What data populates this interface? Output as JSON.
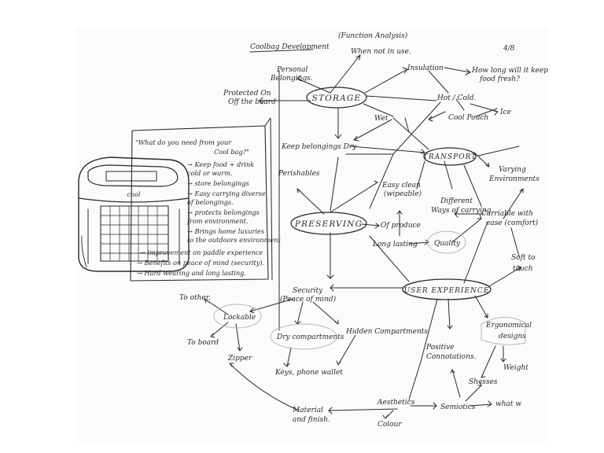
{
  "title": "Coolbag Development",
  "subtitle": "(Function Analysis)",
  "page_number": "4/8",
  "nodes": {
    "storage": "STORAGE",
    "transport": "TRANSPORT",
    "preserving": "PRESERVING",
    "user_experience": "USER EXPERIENCE",
    "when_not_in_use": "When not in use.",
    "insulation": "Insulation",
    "how_long": "How long will it keep",
    "how_long_2": "food fresh?",
    "personal_belongings": "Personal",
    "personal_belongings_2": "Belongings.",
    "protected_on": "Protected On",
    "off_the_board": "Off the board",
    "hot_cold": "Hot / Cold.",
    "ice": "Ice",
    "cool_pouch": "Cool Pouch",
    "wet": "Wet",
    "keep_dry": "Keep belongings Dry",
    "perishables": "Perishables",
    "easy_clean": "Easy clean",
    "easy_clean_2": "(wipeable)",
    "different_ways": "Different",
    "different_ways_2": "Ways of carrying",
    "carry_ease": "Carriable with",
    "carry_ease_2": "ease (comfort)",
    "varying_env": "Varying",
    "varying_env_2": "Environments",
    "of_produce": "Of produce",
    "long_lasting": "Long lasting",
    "quality": "Quality",
    "soft_to": "Soft to",
    "touch": "touch",
    "security": "Security",
    "security_2": "(Peace of mind)",
    "to_other": "To other.",
    "lockable": "Lockable",
    "to_board": "To board",
    "zipper": "Zipper",
    "dry_compartments": "Dry compartments",
    "hidden_compartments": "Hidden Compartments",
    "keys_phone_wallet": "Keys, phone wallet",
    "positive": "Positive",
    "connotations": "Connotations.",
    "ergonomical": "Ergonomical",
    "designs": "designs",
    "weight": "Weight",
    "shesses": "Shesses",
    "aesthetics": "Aesthetics",
    "semiotics": "Semiotics",
    "what_w": "what w",
    "material_finish": "Material",
    "material_finish_2": "and finish.",
    "colour": "Colour"
  },
  "sidebar_note": {
    "heading": "\"What do you need from your",
    "heading_2": "Cool bag?\"",
    "items": [
      "→ Keep food + drink",
      "   cold or warm.",
      "→ store belongings",
      "→ Easy carrying diverse",
      "   of belongings.",
      "→ protects belongings",
      "   from environment.",
      "→ Brings home luxuries",
      "   to the outdoors environment",
      "→ improvement on paddle experience",
      "→ Benefits on peace of mind (security).",
      "→ Hard wearing and long lasting."
    ]
  },
  "sketch_label": "cool"
}
